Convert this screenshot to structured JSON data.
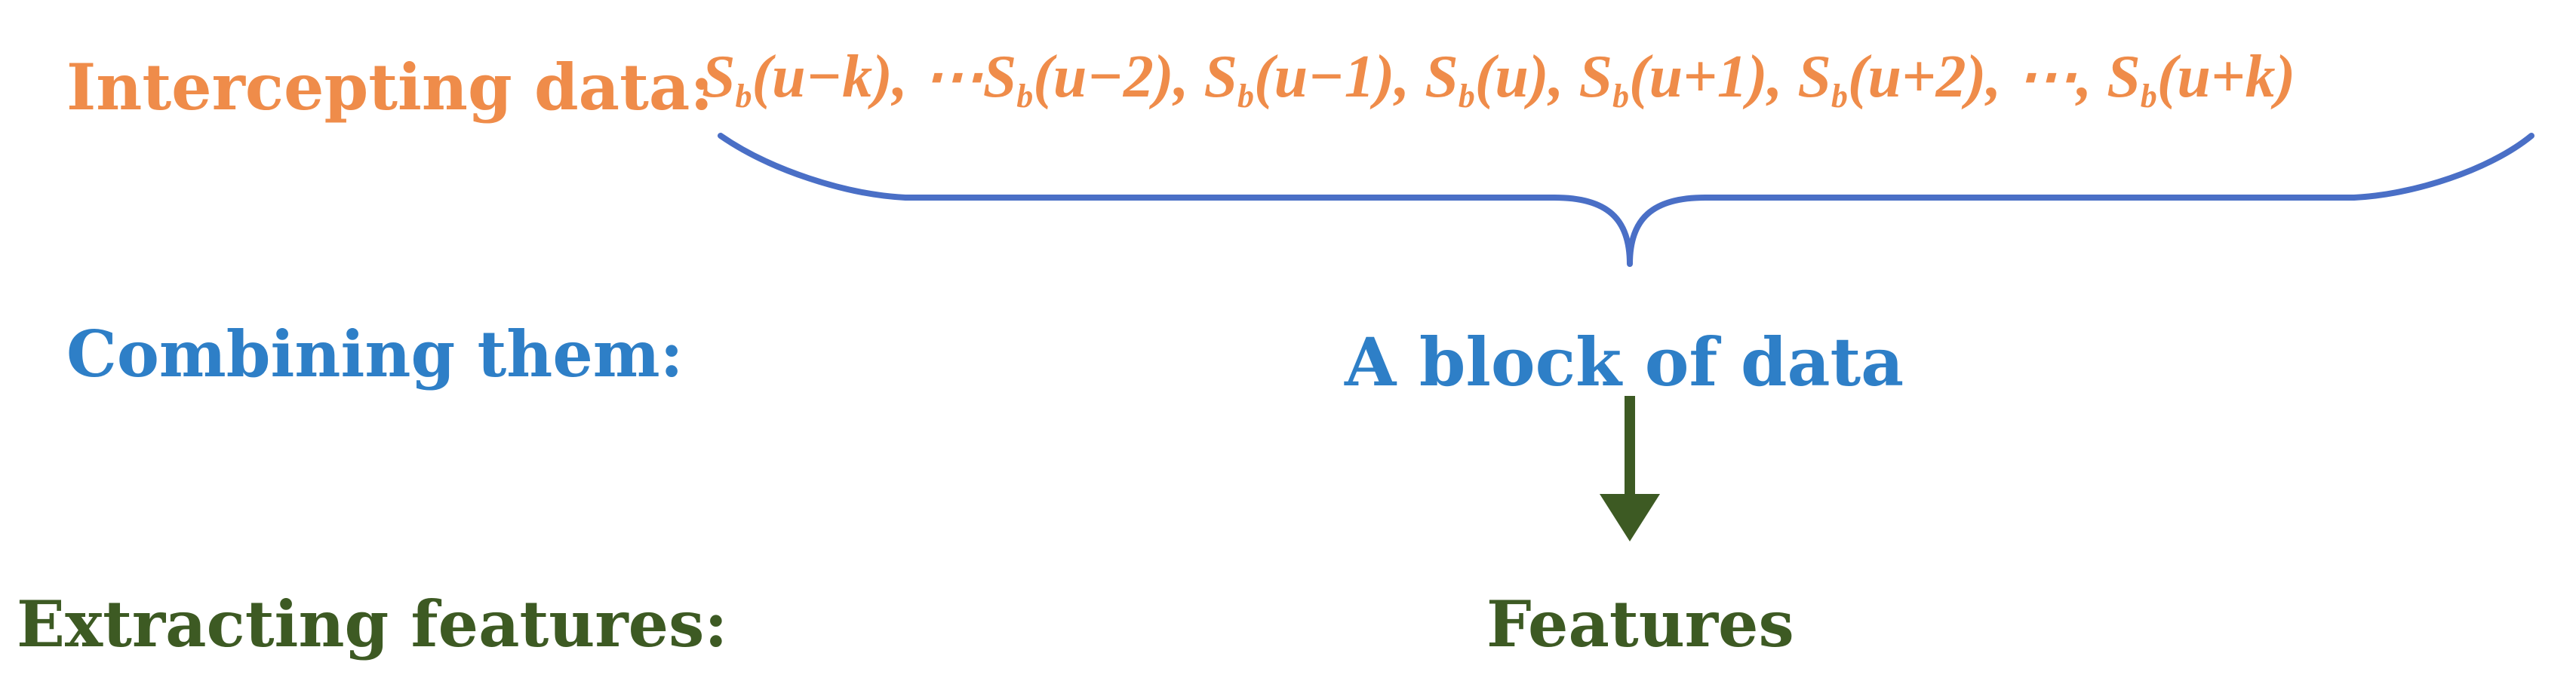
{
  "colors": {
    "orange": "#ef8c4a",
    "blue": "#2e7fc7",
    "dark_green": "#3d5a23",
    "brace_blue": "#4a6fc6"
  },
  "rows": {
    "intercepting_label": "Intercepting data:",
    "combining_label": "Combining them:",
    "extracting_label": "Extracting features:"
  },
  "sequence": {
    "terms": [
      "S_b(u−k)",
      "⋯S_b(u−2)",
      "S_b(u−1)",
      "S_b(u)",
      "S_b(u+1)",
      "S_b(u+2)",
      "⋯",
      "S_b(u+k)"
    ]
  },
  "nodes": {
    "block_label": "A block of data",
    "features_label": "Features"
  }
}
